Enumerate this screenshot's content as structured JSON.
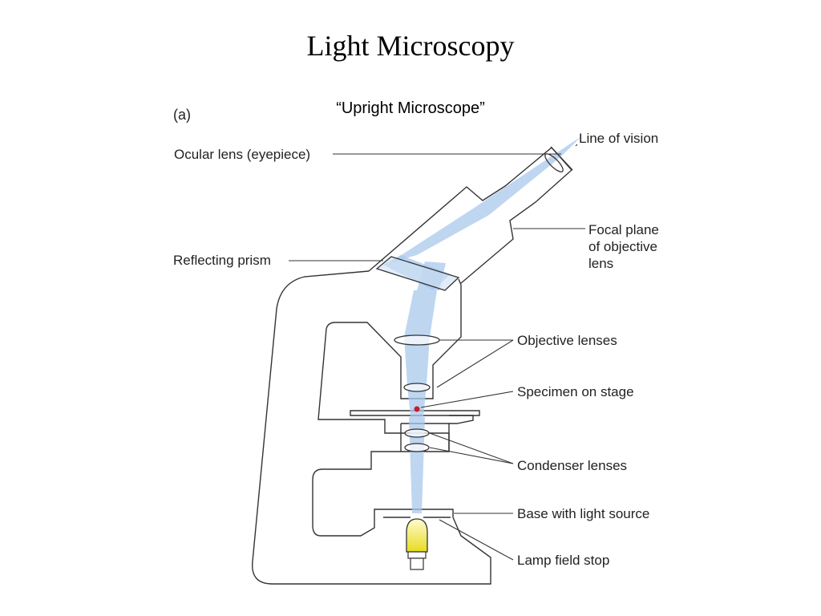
{
  "slide": {
    "title": "Light Microscopy",
    "subtitle": "“Upright Microscope”"
  },
  "figure": {
    "panel_tag": "(a)",
    "labels": {
      "ocular_lens": "Ocular lens (eyepiece)",
      "line_of_vision": "Line of vision",
      "focal_plane_1": "Focal plane",
      "focal_plane_2": "of objective",
      "focal_plane_3": "lens",
      "reflecting_prism": "Reflecting prism",
      "objective_lenses": "Objective lenses",
      "specimen_on_stage": "Specimen on stage",
      "condenser_lenses": "Condenser lenses",
      "base_with_light_source": "Base with light source",
      "lamp_field_stop": "Lamp field stop"
    },
    "colors": {
      "outline": "#333333",
      "light_beam": "#a9c8ec",
      "lamp": "#e8e02a",
      "specimen": "#cc1a2a"
    }
  }
}
